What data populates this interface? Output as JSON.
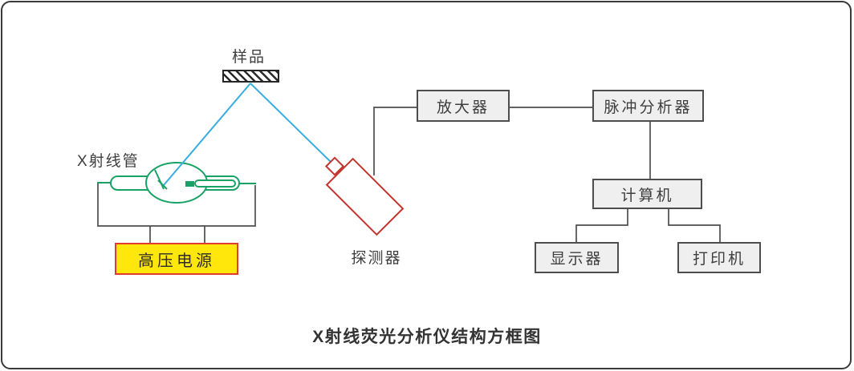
{
  "diagram": {
    "title": "X射线荧光分析仪结构方框图",
    "nodes": {
      "sample": {
        "label": "样品"
      },
      "xray_tube": {
        "label": "X射线管"
      },
      "hv_supply": {
        "label": "高压电源"
      },
      "detector": {
        "label": "探测器"
      },
      "amplifier": {
        "label": "放大器"
      },
      "pulse_analyzer": {
        "label": "脉冲分析器"
      },
      "computer": {
        "label": "计算机"
      },
      "display": {
        "label": "显示器"
      },
      "printer": {
        "label": "打印机"
      }
    },
    "connections": [
      {
        "from": "高压电源",
        "to": "X射线管"
      },
      {
        "from": "X射线管",
        "to": "样品"
      },
      {
        "from": "样品",
        "to": "探测器"
      },
      {
        "from": "探测器",
        "to": "放大器"
      },
      {
        "from": "放大器",
        "to": "脉冲分析器"
      },
      {
        "from": "脉冲分析器",
        "to": "计算机"
      },
      {
        "from": "计算机",
        "to": "显示器"
      },
      {
        "from": "计算机",
        "to": "打印机"
      }
    ],
    "colors": {
      "frame_color": "#3a3a3a",
      "line_color": "#4d4d4d",
      "beam_blue": "#38ade2",
      "tube_green": "#18a266",
      "detector_red": "#c4332d",
      "power_fill": "#ffe70c",
      "power_border": "#e23b2e",
      "box_fill": "#efefef",
      "box_border": "#4d4d4d",
      "text_color": "#3e3e3e"
    }
  }
}
